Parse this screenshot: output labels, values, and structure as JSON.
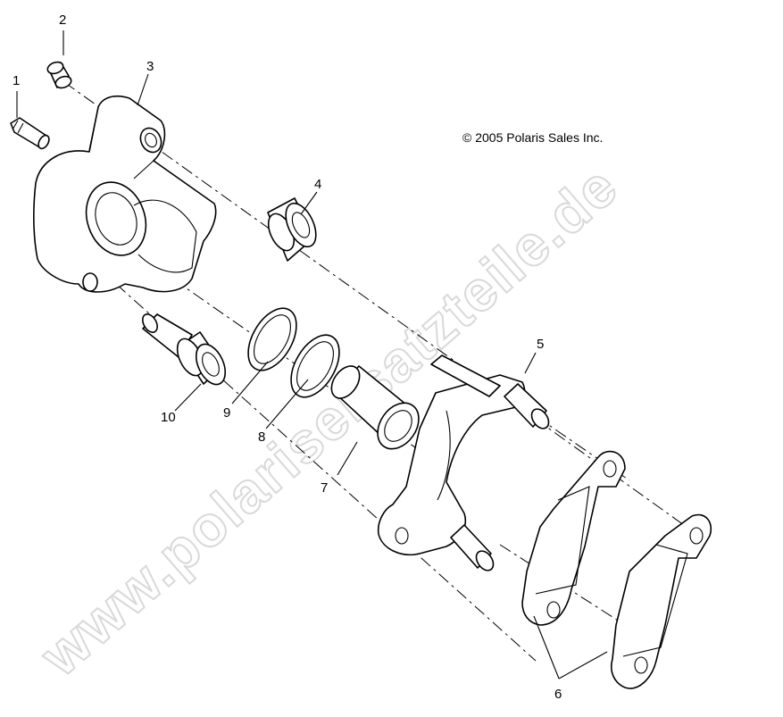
{
  "copyright": "© 2005 Polaris Sales Inc.",
  "watermark": "www.polarisersatzteile.de",
  "callouts": [
    {
      "id": "1",
      "label": "1"
    },
    {
      "id": "2",
      "label": "2"
    },
    {
      "id": "3",
      "label": "3"
    },
    {
      "id": "4",
      "label": "4"
    },
    {
      "id": "5",
      "label": "5"
    },
    {
      "id": "6",
      "label": "6"
    },
    {
      "id": "7",
      "label": "7"
    },
    {
      "id": "8",
      "label": "8"
    },
    {
      "id": "9",
      "label": "9"
    },
    {
      "id": "10",
      "label": "10"
    }
  ]
}
